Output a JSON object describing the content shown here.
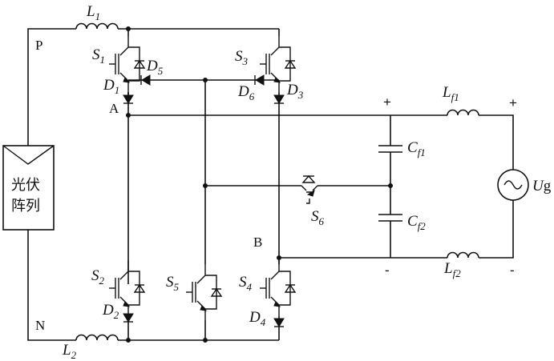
{
  "nodes": {
    "p": "P",
    "n": "N",
    "a": "A",
    "b": "B"
  },
  "pv": {
    "line1": "光伏",
    "line2": "阵列"
  },
  "inductors": {
    "l1": {
      "sym": "L",
      "sub": "1"
    },
    "l2": {
      "sym": "L",
      "sub": "2"
    },
    "lf1": {
      "sym": "L",
      "sub": "f1"
    },
    "lf2": {
      "sym": "L",
      "sub": "f2"
    }
  },
  "switches": {
    "s1": {
      "sym": "S",
      "sub": "1"
    },
    "s2": {
      "sym": "S",
      "sub": "2"
    },
    "s3": {
      "sym": "S",
      "sub": "3"
    },
    "s4": {
      "sym": "S",
      "sub": "4"
    },
    "s5": {
      "sym": "S",
      "sub": "5"
    },
    "s6": {
      "sym": "S",
      "sub": "6"
    }
  },
  "diodes": {
    "d1": {
      "sym": "D",
      "sub": "1"
    },
    "d2": {
      "sym": "D",
      "sub": "2"
    },
    "d3": {
      "sym": "D",
      "sub": "3"
    },
    "d4": {
      "sym": "D",
      "sub": "4"
    },
    "d5": {
      "sym": "D",
      "sub": "5"
    },
    "d6": {
      "sym": "D",
      "sub": "6"
    }
  },
  "capacitors": {
    "cf1": {
      "sym": "C",
      "sub": "f1"
    },
    "cf2": {
      "sym": "C",
      "sub": "f2"
    }
  },
  "grid": {
    "sym": "U",
    "sub": "g"
  },
  "polarity": {
    "plus": "+",
    "minus": "-"
  }
}
